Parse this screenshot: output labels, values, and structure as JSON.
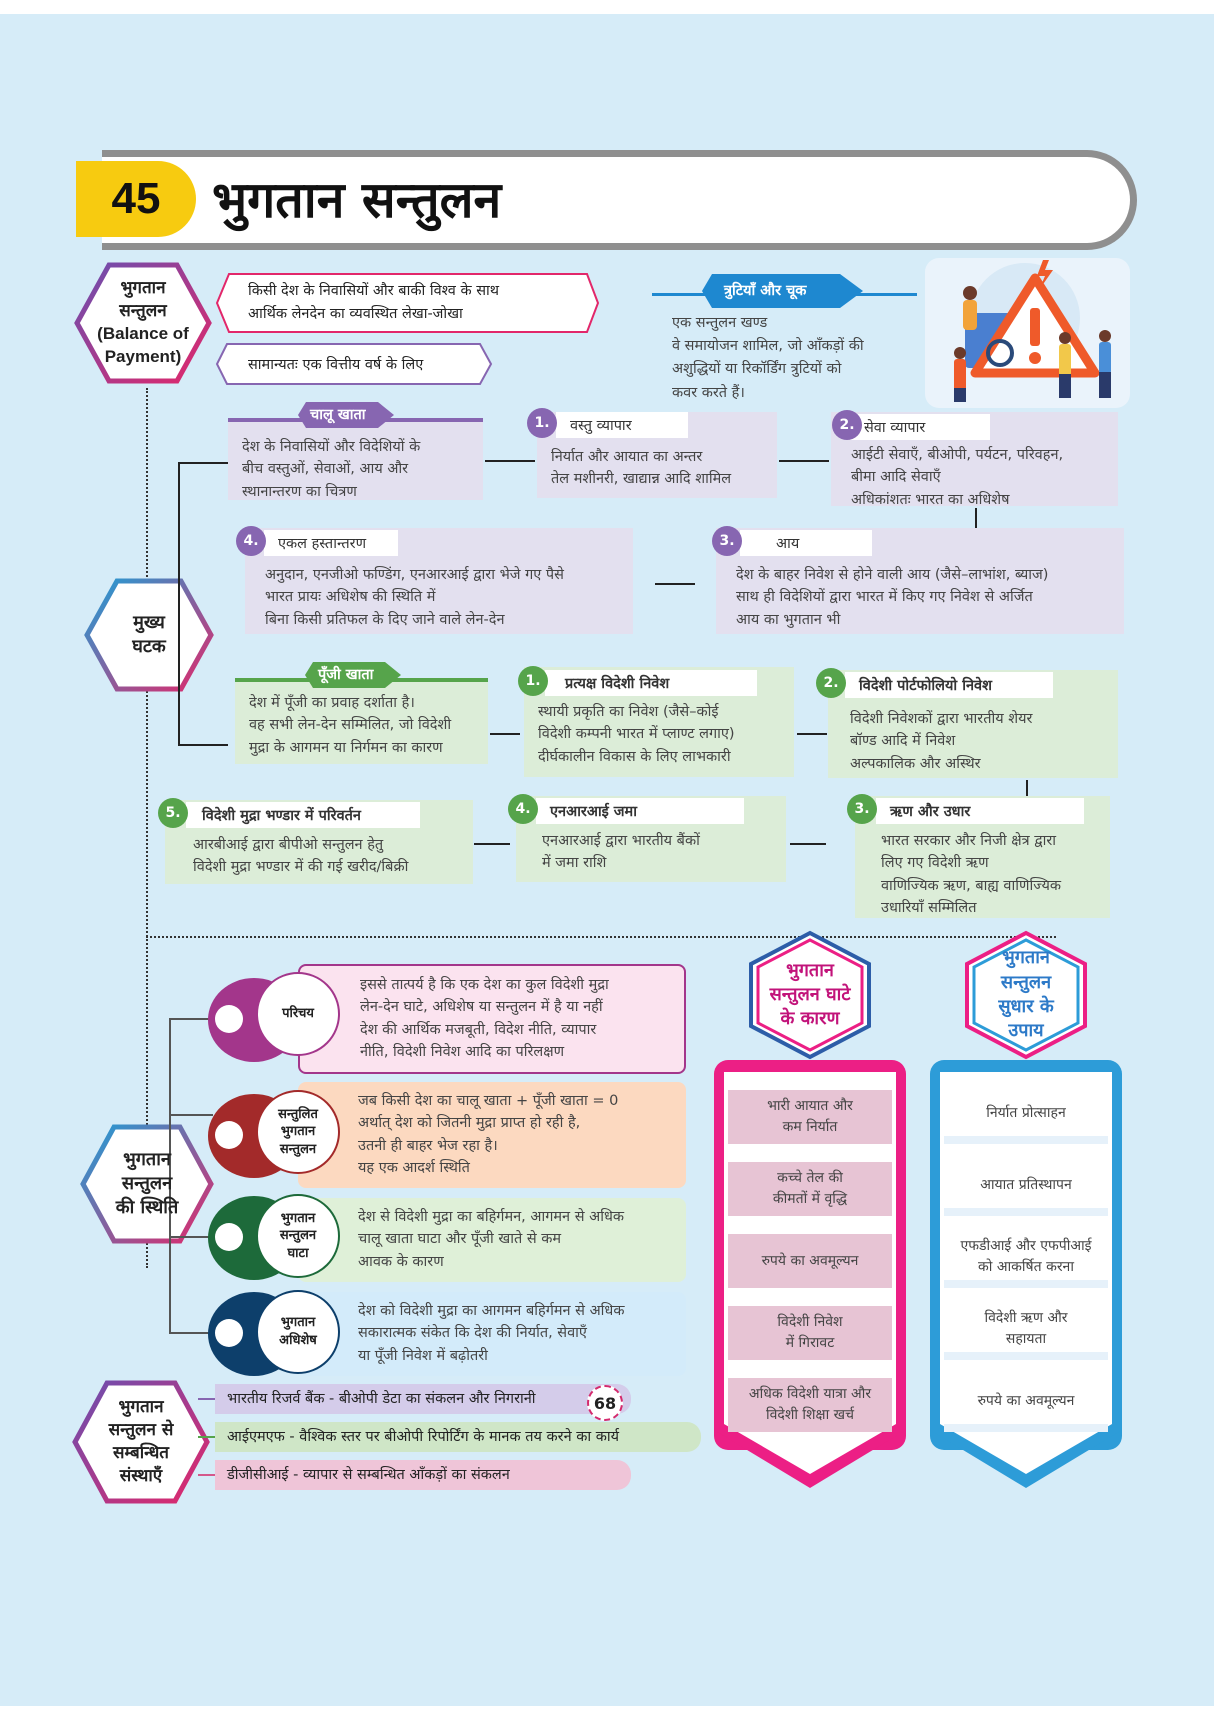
{
  "title": {
    "number": "45",
    "text": "भुगतान सन्तुलन"
  },
  "definition": {
    "hex_label_1": "भुगतान",
    "hex_label_2": "सन्तुलन",
    "hex_label_3": "(Balance of",
    "hex_label_4": "Payment)",
    "box1_line1": "किसी देश के निवासियों और बाकी विश्व के साथ",
    "box1_line2": "आर्थिक लेनदेन का व्यवस्थित लेखा-जोखा",
    "box2": "सामान्यतः एक वित्तीय वर्ष के लिए"
  },
  "errors": {
    "badge": "त्रुटियाँ और चूक",
    "line1": "एक सन्तुलन खण्ड",
    "line2": "वे समायोजन शामिल, जो आँकड़ों की",
    "line3": "अशुद्धियों या रिकॉर्डिंग त्रुटियों को",
    "line4": "कवर करते हैं।"
  },
  "main_components": {
    "label_1": "मुख्य",
    "label_2": "घटक"
  },
  "current_account": {
    "badge": "चालू खाता",
    "line1": "देश के निवासियों और विदेशियों के",
    "line2": "बीच वस्तुओं, सेवाओं, आय और",
    "line3": "स्थानान्तरण का चित्रण",
    "items": [
      {
        "num": "1.",
        "title": "वस्तु व्यापार",
        "lines": [
          "निर्यात और आयात का अन्तर",
          "तेल मशीनरी, खाद्यान्न आदि शामिल"
        ]
      },
      {
        "num": "2.",
        "title": "सेवा व्यापार",
        "lines": [
          "आईटी सेवाएँ, बीओपी, पर्यटन, परिवहन,",
          "बीमा आदि सेवाएँ",
          "अधिकांशतः भारत का अधिशेष"
        ]
      },
      {
        "num": "3.",
        "title": "आय",
        "lines": [
          "देश के बाहर निवेश से होने वाली आय (जैसे–लाभांश, ब्याज)",
          "साथ ही विदेशियों द्वारा भारत में किए गए निवेश से अर्जित",
          "आय का भुगतान भी"
        ]
      },
      {
        "num": "4.",
        "title": "एकल हस्तान्तरण",
        "lines": [
          "अनुदान, एनजीओ फण्डिंग, एनआरआई द्वारा भेजे गए पैसे",
          "भारत प्रायः अधिशेष की स्थिति में",
          "बिना किसी प्रतिफल के दिए जाने वाले लेन-देन"
        ]
      }
    ]
  },
  "capital_account": {
    "badge": "पूँजी खाता",
    "line1": "देश में पूँजी का प्रवाह दर्शाता है।",
    "line2": "वह सभी लेन-देन सम्मिलित, जो विदेशी",
    "line3": "मुद्रा के आगमन या निर्गमन का कारण",
    "items": [
      {
        "num": "1.",
        "title": "प्रत्यक्ष विदेशी निवेश",
        "lines": [
          "स्थायी प्रकृति का निवेश (जैसे–कोई",
          "विदेशी कम्पनी भारत में प्लाण्ट लगाए)",
          "दीर्घकालीन विकास के लिए लाभकारी"
        ]
      },
      {
        "num": "2.",
        "title": "विदेशी पोर्टफोलियो निवेश",
        "lines": [
          "विदेशी निवेशकों द्वारा भारतीय शेयर",
          "बॉण्ड आदि में निवेश",
          "अल्पकालिक और अस्थिर"
        ]
      },
      {
        "num": "3.",
        "title": "ऋण और उधार",
        "lines": [
          "भारत सरकार और निजी क्षेत्र द्वारा",
          "लिए गए विदेशी ऋण",
          "वाणिज्यिक ऋण, बाह्य वाणिज्यिक",
          "उधारियाँ सम्मिलित"
        ]
      },
      {
        "num": "4.",
        "title": "एनआरआई जमा",
        "lines": [
          "एनआरआई द्वारा भारतीय बैंकों",
          "में जमा राशि"
        ]
      },
      {
        "num": "5.",
        "title": "विदेशी मुद्रा भण्डार में परिवर्तन",
        "lines": [
          "आरबीआई द्वारा बीपीओ सन्तुलन हेतु",
          "विदेशी मुद्रा भण्डार में की गई खरीद/बिक्री"
        ]
      }
    ]
  },
  "status": {
    "hex_1": "भुगतान",
    "hex_2": "सन्तुलन",
    "hex_3": "की स्थिति",
    "cards": [
      {
        "label": [
          "परिचय"
        ],
        "lines": [
          "इससे तात्पर्य है कि एक देश का कुल विदेशी मुद्रा",
          "लेन-देन घाटे, अधिशेष या सन्तुलन में है या नहीं",
          "देश की आर्थिक मजबूती, विदेश नीति, व्यापार",
          "नीति, विदेशी निवेश आदि का परिलक्षण"
        ]
      },
      {
        "label": [
          "सन्तुलित",
          "भुगतान",
          "सन्तुलन"
        ],
        "lines": [
          "जब किसी देश का चालू खाता + पूँजी खाता = 0",
          "अर्थात् देश को जितनी मुद्रा प्राप्त हो रही है,",
          "उतनी ही बाहर भेज रहा है।",
          "यह एक आदर्श स्थिति"
        ]
      },
      {
        "label": [
          "भुगतान",
          "सन्तुलन",
          "घाटा"
        ],
        "lines": [
          "देश से विदेशी मुद्रा का बहिर्गमन, आगमन से अधिक",
          "चालू खाता घाटा और पूँजी खाते से कम",
          "आवक के कारण"
        ]
      },
      {
        "label": [
          "भुगतान",
          "अधिशेष"
        ],
        "lines": [
          "देश को विदेशी मुद्रा का आगमन बहिर्गमन से अधिक",
          "सकारात्मक संकेत कि देश की निर्यात, सेवाएँ",
          "या पूँजी निवेश में बढ़ोतरी"
        ]
      }
    ]
  },
  "institutions": {
    "hex_1": "भुगतान",
    "hex_2": "सन्तुलन से",
    "hex_3": "सम्बन्धित",
    "hex_4": "संस्थाएँ",
    "items": [
      "भारतीय रिजर्व बैंक - बीओपी डेटा का संकलन और निगरानी",
      "आईएमएफ - वैश्विक स्तर पर बीओपी रिपोर्टिंग के मानक तय करने का कार्य",
      "डीजीसीआई - व्यापार से सम्बन्धित आँकड़ों का संकलन"
    ]
  },
  "deficit_causes": {
    "hex_1": "भुगतान",
    "hex_2": "सन्तुलन घाटे",
    "hex_3": "के कारण",
    "items": [
      [
        "भारी आयात और",
        "कम निर्यात"
      ],
      [
        "कच्चे तेल की",
        "कीमतों में वृद्धि"
      ],
      [
        "रुपये का अवमूल्यन"
      ],
      [
        "विदेशी निवेश",
        "में गिरावट"
      ],
      [
        "अधिक विदेशी यात्रा और",
        "विदेशी शिक्षा खर्च"
      ]
    ]
  },
  "remedies": {
    "hex_1": "भुगतान",
    "hex_2": "सन्तुलन",
    "hex_3": "सुधार के",
    "hex_4": "उपाय",
    "items": [
      [
        "निर्यात प्रोत्साहन"
      ],
      [
        "आयात प्रतिस्थापन"
      ],
      [
        "एफडीआई और एफपीआई",
        "को आकर्षित करना"
      ],
      [
        "विदेशी ऋण और",
        "सहायता"
      ],
      [
        "रुपये का अवमूल्यन"
      ]
    ]
  },
  "page_number": "68"
}
